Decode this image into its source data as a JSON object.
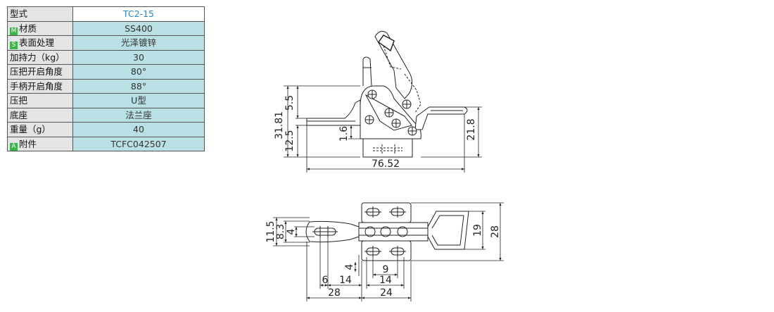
{
  "spec_table": {
    "rows": [
      {
        "key": "型式",
        "value": "TC2-15"
      },
      {
        "badge": "M",
        "key": "材质",
        "value": "SS400"
      },
      {
        "badge": "S",
        "key": "表面处理",
        "value": "光泽镀锌"
      },
      {
        "key": "加持力（kg）",
        "value": "30"
      },
      {
        "key": "压把开启角度",
        "value": "80°"
      },
      {
        "key": "手柄开启角度",
        "value": "88°"
      },
      {
        "key": "压把",
        "value": "U型"
      },
      {
        "key": "底座",
        "value": "法兰座"
      },
      {
        "key": "重量（g）",
        "value": "40"
      },
      {
        "badge": "A",
        "key": "附件",
        "value": "TCFC042507"
      }
    ]
  },
  "drawing": {
    "side_view": {
      "dim_31_81": "31.81",
      "dim_5_5": "5.5",
      "dim_12_5": "12.5",
      "dim_1_6": "1.6",
      "dim_21_8": "21.8",
      "dim_76_52": "76.52"
    },
    "top_view": {
      "dim_11_5": "11.5",
      "dim_8_3": "8.3",
      "dim_4_left": "4",
      "dim_19": "19",
      "dim_28_right": "28",
      "dim_4_bottom": "4",
      "dim_9": "9",
      "dim_6": "6",
      "dim_14_a": "14",
      "dim_14_b": "14",
      "dim_28_bottom": "28",
      "dim_24": "24"
    }
  }
}
